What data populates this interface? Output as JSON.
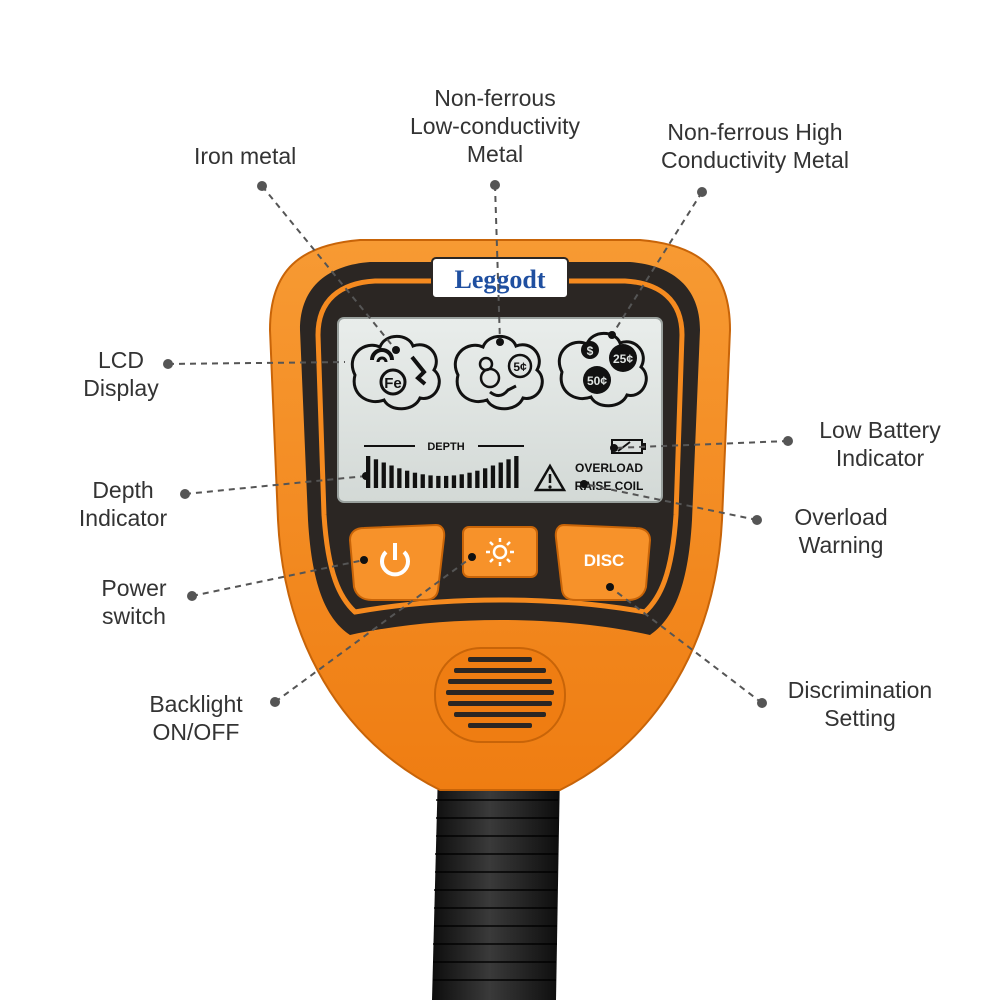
{
  "brand": "Leggodt",
  "callouts": {
    "iron_metal": [
      "Iron metal"
    ],
    "non_ferrous_low": [
      "Non-ferrous",
      "Low-conductivity",
      "Metal"
    ],
    "non_ferrous_high": [
      "Non-ferrous High",
      "Conductivity Metal"
    ],
    "lcd_display": [
      "LCD",
      "Display"
    ],
    "low_battery": [
      "Low Battery",
      "Indicator"
    ],
    "depth_indicator": [
      "Depth",
      "Indicator"
    ],
    "overload_warning": [
      "Overload",
      "Warning"
    ],
    "power_switch": [
      "Power",
      "switch"
    ],
    "backlight": [
      "Backlight",
      "ON/OFF"
    ],
    "discrimination": [
      "Discrimination",
      "Setting"
    ]
  },
  "lcd": {
    "depth_label": "DEPTH",
    "overload_line1": "OVERLOAD",
    "overload_line2": "RAISE COIL",
    "icons": {
      "iron": "Fe",
      "coin_5": "5¢",
      "coin_25": "25¢",
      "coin_50": "50¢",
      "dollar": "$"
    }
  },
  "buttons": {
    "disc": "DISC"
  },
  "colors": {
    "body_orange": "#f58a1f",
    "frame_dark": "#2b2623",
    "lcd_bg": "#dfe4e2",
    "handle": "#1e1e1e",
    "brand_blue": "#1f4fa0",
    "leader": "#555555"
  },
  "icon_names": [
    "power-icon",
    "sun-icon",
    "battery-icon",
    "warning-icon",
    "speaker-grille-icon"
  ]
}
